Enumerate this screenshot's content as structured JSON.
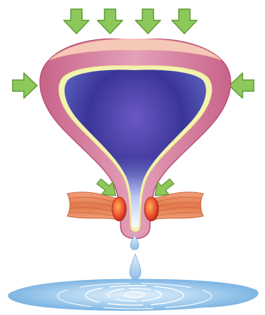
{
  "diagram": {
    "subject": "bladder-voiding",
    "labels": [],
    "colors": {
      "background": "#ffffff",
      "bladder_wall": "#d77a9a",
      "bladder_wall_inner": "#e9a6bd",
      "bladder_top_rim": "#f6c8b8",
      "inner_lining": "#f3f3b0",
      "urine_dark": "#2f2a8c",
      "urine_mid": "#6a58c4",
      "urine_light": "#dfe4ff",
      "arrow_fill": "#8cc85a",
      "arrow_stroke": "#5f9a35",
      "sphincter_muscle": "#e8865a",
      "sphincter_ring": "#ef4d30",
      "droplet": "#b9d5f2",
      "puddle": "#9cc7ea"
    },
    "arrows": {
      "top_count": 4,
      "side_count": 2,
      "sphincter_count": 2
    }
  }
}
